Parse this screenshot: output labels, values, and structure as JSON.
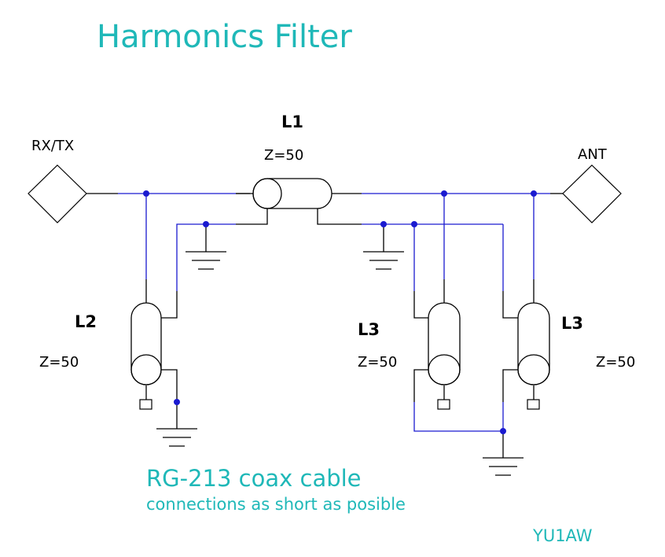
{
  "title": "Harmonics Filter",
  "ports": {
    "input": "RX/TX",
    "output": "ANT"
  },
  "components": [
    {
      "ref": "L1",
      "impedance": "Z=50"
    },
    {
      "ref": "L2",
      "impedance": "Z=50"
    },
    {
      "ref": "L3",
      "impedance": "Z=50"
    },
    {
      "ref": "L3",
      "impedance": "Z=50"
    }
  ],
  "notes": {
    "cable": "RG-213 coax cable",
    "advice": "connections as short as posible",
    "author": "YU1AW"
  },
  "colors": {
    "title_text": "#1fb8b8",
    "wire_blue": "#1a1ad0",
    "wire_black": "#000000",
    "junction": "#1a1ad0"
  }
}
